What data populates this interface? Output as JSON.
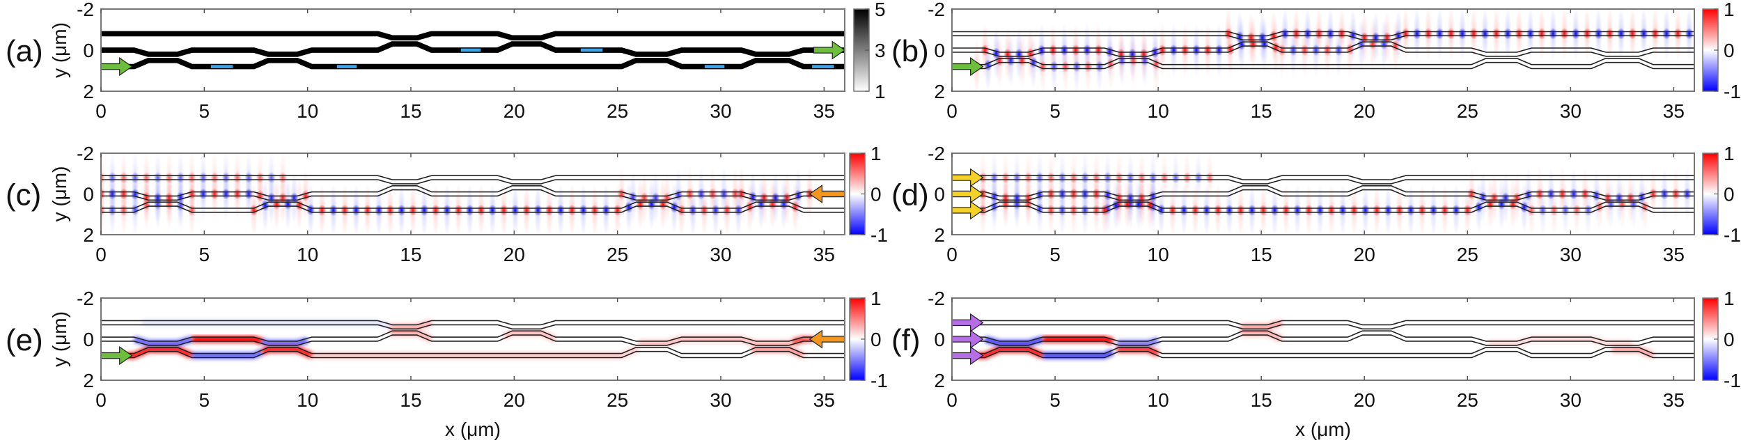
{
  "figure": {
    "x_label": "x (μm)",
    "y_label": "y (μm)"
  },
  "colors": {
    "green_arrow": "#6dbe3c",
    "orange_arrow": "#f3961f",
    "yellow_arrow": "#f4d22a",
    "purple_arrow": "#b56ee6",
    "phase_shifter": "#3fa3ea",
    "field_positive": "#ff0000",
    "field_negative": "#0000ff"
  },
  "chart_data": {
    "type": "heatmap",
    "x_range": [
      0,
      36
    ],
    "y_range": [
      -2,
      2
    ],
    "y_axis_reversed": true,
    "x_ticks": [
      "0",
      "5",
      "10",
      "15",
      "20",
      "25",
      "30",
      "35"
    ],
    "y_ticks": [
      "-2",
      "0",
      "2"
    ],
    "waveguides": {
      "rest_y": {
        "top": -0.8,
        "mid": 0,
        "bot": 0.8
      },
      "coupled_y": {
        "mid-bot": {
          "mid": 0.2,
          "bot": 0.5
        },
        "top-mid": {
          "top": -0.6,
          "mid": -0.3
        }
      },
      "taper_length": 0.7,
      "couplers": [
        {
          "start": 1.6,
          "end": 4.4,
          "pair": "mid-bot"
        },
        {
          "start": 7.4,
          "end": 10.2,
          "pair": "mid-bot"
        },
        {
          "start": 13.4,
          "end": 16.0,
          "pair": "top-mid"
        },
        {
          "start": 19.2,
          "end": 22.0,
          "pair": "top-mid"
        },
        {
          "start": 25.2,
          "end": 28.1,
          "pair": "mid-bot"
        },
        {
          "start": 31.0,
          "end": 34.0,
          "pair": "mid-bot"
        }
      ]
    },
    "phase_shifters": [
      {
        "wg": "bot",
        "start": 5.3,
        "end": 6.4
      },
      {
        "wg": "bot",
        "start": 11.4,
        "end": 12.4
      },
      {
        "wg": "mid",
        "start": 17.4,
        "end": 18.4
      },
      {
        "wg": "mid",
        "start": 23.2,
        "end": 24.3
      },
      {
        "wg": "bot",
        "start": 29.2,
        "end": 30.2
      },
      {
        "wg": "bot",
        "start": 34.4,
        "end": 35.5
      }
    ],
    "panels": [
      {
        "label": "(a)",
        "kind": "index",
        "show_y_label": true,
        "show_x_label": false,
        "colorbar": {
          "ticks": [
            "5",
            "3",
            "1"
          ],
          "range": [
            1,
            5
          ],
          "scale": "gray"
        },
        "arrows": [
          {
            "color": "green_arrow",
            "dir": "right",
            "wg": "bot",
            "start": 0,
            "end": 1.5
          },
          {
            "color": "green_arrow",
            "dir": "right",
            "wg": "mid",
            "start": 34.5,
            "end": 36
          }
        ],
        "field": [],
        "background": 0
      },
      {
        "label": "(b)",
        "kind": "field",
        "show_y_label": false,
        "show_x_label": false,
        "colorbar": {
          "ticks": [
            "1",
            "0",
            "-1"
          ],
          "range": [
            -1,
            1
          ],
          "scale": "bwr"
        },
        "arrows": [
          {
            "color": "green_arrow",
            "dir": "right",
            "wg": "bot",
            "start": 0,
            "end": 1.5
          }
        ],
        "background": 0.35,
        "field": [
          {
            "wg": "bot",
            "start": 1.2,
            "end": 4.4,
            "amp": 0.9,
            "mode": "osc"
          },
          {
            "wg": "mid",
            "start": 1.6,
            "end": 10.2,
            "amp": 1.0,
            "mode": "osc"
          },
          {
            "wg": "bot",
            "start": 4.4,
            "end": 10.2,
            "amp": 0.7,
            "mode": "osc"
          },
          {
            "wg": "mid",
            "start": 10.2,
            "end": 16.0,
            "amp": 1.0,
            "mode": "osc"
          },
          {
            "wg": "top",
            "start": 13.4,
            "end": 22.0,
            "amp": 1.0,
            "mode": "osc"
          },
          {
            "wg": "mid",
            "start": 16.0,
            "end": 22.0,
            "amp": 0.8,
            "mode": "osc"
          },
          {
            "wg": "top",
            "start": 22.0,
            "end": 36.0,
            "amp": 1.0,
            "mode": "osc"
          }
        ]
      },
      {
        "label": "(c)",
        "kind": "field",
        "show_y_label": true,
        "show_x_label": false,
        "colorbar": {
          "ticks": [
            "1",
            "0",
            "-1"
          ],
          "range": [
            -1,
            1
          ],
          "scale": "bwr"
        },
        "arrows": [
          {
            "color": "orange_arrow",
            "dir": "left",
            "wg": "mid",
            "start": 34.3,
            "end": 36
          }
        ],
        "background": 0.35,
        "field": [
          {
            "wg": "mid",
            "start": 31.0,
            "end": 34.3,
            "amp": 1.0,
            "mode": "osc"
          },
          {
            "wg": "bot",
            "start": 28.1,
            "end": 34.0,
            "amp": 0.9,
            "mode": "osc"
          },
          {
            "wg": "mid",
            "start": 25.2,
            "end": 31.0,
            "amp": 0.8,
            "mode": "osc"
          },
          {
            "wg": "bot",
            "start": 7.4,
            "end": 28.1,
            "amp": 1.0,
            "mode": "osc"
          },
          {
            "wg": "mid",
            "start": 0,
            "end": 10.2,
            "amp": 0.9,
            "mode": "osc"
          },
          {
            "wg": "bot",
            "start": 0,
            "end": 4.4,
            "amp": 0.7,
            "mode": "osc"
          },
          {
            "wg": "top",
            "start": 0,
            "end": 9.0,
            "amp": 0.6,
            "mode": "osc"
          }
        ]
      },
      {
        "label": "(d)",
        "kind": "field",
        "show_y_label": false,
        "show_x_label": false,
        "colorbar": {
          "ticks": [
            "1",
            "0",
            "-1"
          ],
          "range": [
            -1,
            1
          ],
          "scale": "bwr"
        },
        "arrows": [
          {
            "color": "yellow_arrow",
            "dir": "right",
            "wg": "top",
            "start": 0,
            "end": 1.5
          },
          {
            "color": "yellow_arrow",
            "dir": "right",
            "wg": "mid",
            "start": 0,
            "end": 1.5
          },
          {
            "color": "yellow_arrow",
            "dir": "right",
            "wg": "bot",
            "start": 0,
            "end": 1.5
          }
        ],
        "background": 0.3,
        "field": [
          {
            "wg": "top",
            "start": 1.5,
            "end": 13.0,
            "amp": 0.6,
            "mode": "osc"
          },
          {
            "wg": "mid",
            "start": 1.5,
            "end": 10.2,
            "amp": 0.9,
            "mode": "osc"
          },
          {
            "wg": "bot",
            "start": 1.5,
            "end": 10.2,
            "amp": 0.8,
            "mode": "osc"
          },
          {
            "wg": "bot",
            "start": 7.4,
            "end": 28.1,
            "amp": 1.0,
            "mode": "osc"
          },
          {
            "wg": "mid",
            "start": 25.2,
            "end": 36.0,
            "amp": 0.9,
            "mode": "osc"
          },
          {
            "wg": "bot",
            "start": 28.1,
            "end": 34.0,
            "amp": 0.7,
            "mode": "osc"
          }
        ]
      },
      {
        "label": "(e)",
        "kind": "field",
        "show_y_label": true,
        "show_x_label": true,
        "colorbar": {
          "ticks": [
            "1",
            "0",
            "-1"
          ],
          "range": [
            -1,
            1
          ],
          "scale": "bwr"
        },
        "arrows": [
          {
            "color": "green_arrow",
            "dir": "right",
            "wg": "bot",
            "start": 0,
            "end": 1.5
          },
          {
            "color": "orange_arrow",
            "dir": "left",
            "wg": "mid",
            "start": 34.3,
            "end": 36
          }
        ],
        "background": 0,
        "field": [
          {
            "wg": "bot",
            "start": 1.2,
            "end": 4.4,
            "amp": 0.9,
            "mode": "const"
          },
          {
            "wg": "mid",
            "start": 1.6,
            "end": 4.4,
            "amp": -0.6,
            "mode": "const"
          },
          {
            "wg": "mid",
            "start": 4.4,
            "end": 7.8,
            "amp": 1.0,
            "mode": "const"
          },
          {
            "wg": "bot",
            "start": 4.4,
            "end": 7.8,
            "amp": -0.6,
            "mode": "const"
          },
          {
            "wg": "mid",
            "start": 7.8,
            "end": 10.0,
            "amp": -0.6,
            "mode": "const"
          },
          {
            "wg": "bot",
            "start": 7.8,
            "end": 10.2,
            "amp": 0.9,
            "mode": "const"
          },
          {
            "wg": "bot",
            "start": 10.2,
            "end": 26.0,
            "amp": 0.2,
            "mode": "const"
          },
          {
            "wg": "top",
            "start": 14.0,
            "end": 16.0,
            "amp": 0.3,
            "mode": "const"
          },
          {
            "wg": "mid",
            "start": 14.0,
            "end": 16.0,
            "amp": 0.3,
            "mode": "const"
          },
          {
            "wg": "mid",
            "start": 19.5,
            "end": 22.0,
            "amp": 0.25,
            "mode": "const"
          },
          {
            "wg": "mid",
            "start": 26.0,
            "end": 34.0,
            "amp": 0.25,
            "mode": "const"
          },
          {
            "wg": "bot",
            "start": 31.5,
            "end": 34.0,
            "amp": 0.4,
            "mode": "const"
          },
          {
            "wg": "mid",
            "start": 33.5,
            "end": 34.5,
            "amp": 0.6,
            "mode": "const"
          },
          {
            "wg": "top",
            "start": 2.0,
            "end": 14.0,
            "amp": -0.1,
            "mode": "const"
          }
        ]
      },
      {
        "label": "(f)",
        "kind": "field",
        "show_y_label": false,
        "show_x_label": true,
        "colorbar": {
          "ticks": [
            "1",
            "0",
            "-1"
          ],
          "range": [
            -1,
            1
          ],
          "scale": "bwr"
        },
        "arrows": [
          {
            "color": "purple_arrow",
            "dir": "right",
            "wg": "top",
            "start": 0,
            "end": 1.5
          },
          {
            "color": "purple_arrow",
            "dir": "right",
            "wg": "mid",
            "start": 0,
            "end": 1.5
          },
          {
            "color": "purple_arrow",
            "dir": "right",
            "wg": "bot",
            "start": 0,
            "end": 1.5
          }
        ],
        "background": 0,
        "field": [
          {
            "wg": "bot",
            "start": 1.2,
            "end": 4.4,
            "amp": 0.9,
            "mode": "const"
          },
          {
            "wg": "mid",
            "start": 1.6,
            "end": 4.4,
            "amp": -0.7,
            "mode": "const"
          },
          {
            "wg": "mid",
            "start": 4.4,
            "end": 7.8,
            "amp": 1.0,
            "mode": "const"
          },
          {
            "wg": "bot",
            "start": 4.4,
            "end": 7.8,
            "amp": -0.7,
            "mode": "const"
          },
          {
            "wg": "bot",
            "start": 8.0,
            "end": 10.0,
            "amp": 0.8,
            "mode": "const"
          },
          {
            "wg": "mid",
            "start": 8.0,
            "end": 10.0,
            "amp": -0.5,
            "mode": "const"
          },
          {
            "wg": "top",
            "start": 14.0,
            "end": 16.0,
            "amp": 0.35,
            "mode": "const"
          },
          {
            "wg": "mid",
            "start": 14.0,
            "end": 16.0,
            "amp": 0.3,
            "mode": "const"
          },
          {
            "wg": "mid",
            "start": 26.0,
            "end": 33.0,
            "amp": 0.15,
            "mode": "const"
          },
          {
            "wg": "bot",
            "start": 32.0,
            "end": 34.0,
            "amp": 0.35,
            "mode": "const"
          }
        ]
      }
    ]
  }
}
